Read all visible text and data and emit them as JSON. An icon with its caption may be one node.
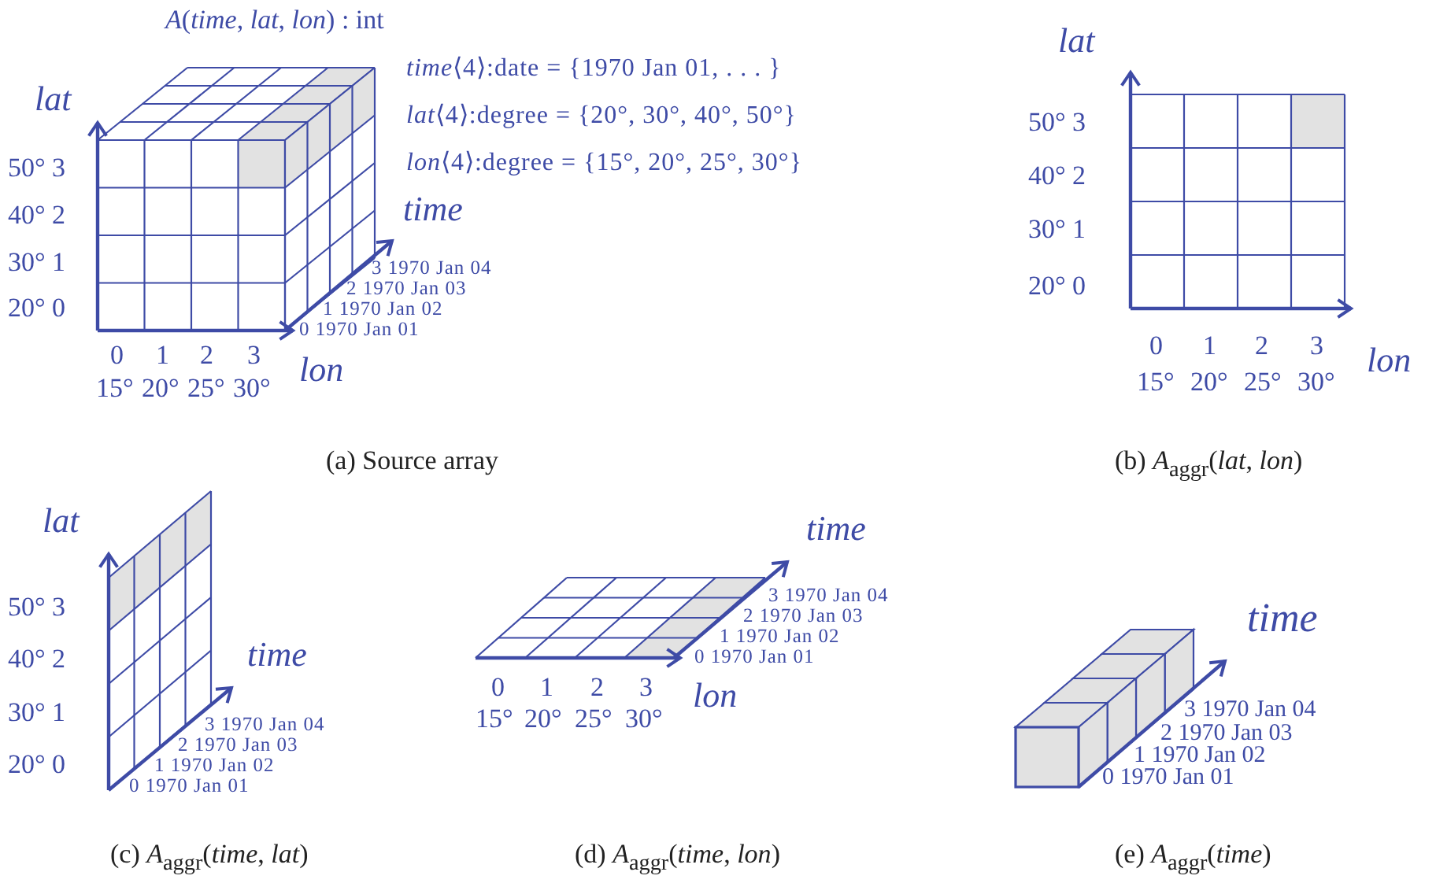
{
  "diagram": {
    "labels": [
      "*A*(*time*, *lat*, *lon*) : int",
      "*time*⟨4⟩:date = {1970 Jan 01, . . . }",
      "lat",
      "*lat*⟨4⟩:degree = {20°, 30°, 40°, 50°}",
      "50° 3",
      "*lon*⟨4⟩:degree = {15°, 20°, 25°, 30°}",
      "40° 2",
      "time",
      "30° 1",
      "3 1970 Jan 04",
      "2 1970 Jan 03",
      "20° 0",
      "1 1970 Jan 02",
      "0 1970 Jan 01",
      "0",
      "1",
      "2",
      "3",
      "lon",
      "15°",
      "20°",
      "25°",
      "30°",
      "(a) Source array",
      "lat",
      "50° 3",
      "40° 2",
      "30° 1",
      "20° 0",
      "0",
      "1",
      "2",
      "3",
      "lon",
      "15°",
      "20°",
      "25°",
      "30°",
      "(b) *A*$_{aggr}$(*lat*, *lon*)",
      "lat",
      "50° 3",
      "40° 2",
      "time",
      "30° 1",
      "3 1970 Jan 04",
      "2 1970 Jan 03",
      "20° 0",
      "1 1970 Jan 02",
      "0 1970 Jan 01",
      "(c) *A*$_{aggr}$(*time*, *lat*)",
      "time",
      "3 1970 Jan 04",
      "2 1970 Jan 03",
      "1 1970 Jan 02",
      "0 1970 Jan 01",
      "0",
      "1",
      "2",
      "3",
      "lon",
      "15°",
      "20°",
      "25°",
      "30°",
      "(d) *A*$_{aggr}$(*time*, *lon*)",
      "time",
      "3 1970 Jan 04",
      "2 1970 Jan 03",
      "1 1970 Jan 02",
      "0 1970 Jan 01",
      "(e) *A*$_{aggr}$(*time*)"
    ]
  }
}
